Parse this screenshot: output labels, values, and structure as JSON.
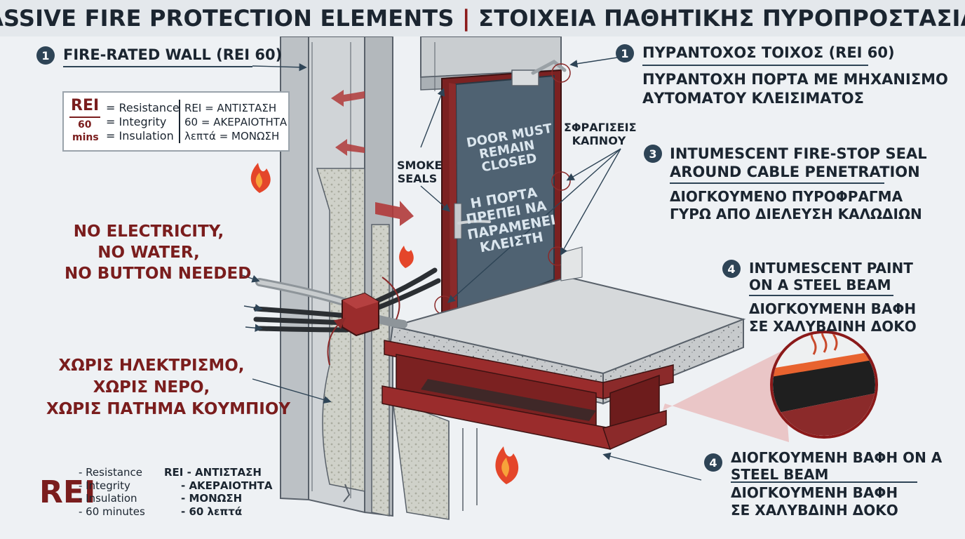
{
  "title": {
    "en": "PASSIVE FIRE PROTECTION ELEMENTS",
    "sep": "|",
    "gr": "ΣΤΟΙΧΕΙΑ ΠΑΘΗΤΙΚΗΣ ΠΥΡΟΠΡΟΣΤΑΣΙΑΣ"
  },
  "callouts": {
    "wall_en": {
      "num": "1",
      "text": "FIRE-RATED WALL (REI 60)"
    },
    "wall_gr": {
      "num": "1",
      "text": "ΠΥΡΑΝΤΟΧΟΣ ΤΟΙΧΟΣ (REI 60)"
    },
    "door_gr": {
      "line1": "ΠΥΡΑΝΤΟΧΗ ΠΟΡΤΑ ΜΕ ΜΗΧΑΝΙΣΜΟ",
      "line2": "ΑΥΤΟΜΑΤΟΥ ΚΛΕΙΣΙΜΑΤΟΣ"
    },
    "seal_en": {
      "num": "3",
      "line1": "INTUMESCENT FIRE-STOP SEAL",
      "line2": "AROUND CABLE PENETRATION"
    },
    "seal_gr": {
      "line1": "ΔΙΟΓΚΟΥΜΕΝΟ ΠΥΡΟΦΡΑΓΜΑ",
      "line2": "ΓΥΡΩ ΑΠΟ ΔΙΕΛΕΥΣΗ ΚΑΛΩΔΙΩΝ"
    },
    "paint_en": {
      "num": "4",
      "line1": "INTUMESCENT PAINT",
      "line2": "ON A STEEL BEAM"
    },
    "paint_gr": {
      "line1": "ΔΙΟΓΚΟΥΜΕΝΗ ΒΑΦΗ",
      "line2": "ΣΕ ΧΑΛΥΒΔΙΝΗ ΔΟΚΟ"
    },
    "paint2_mixed": {
      "num": "4",
      "line1": "ΔΙΟΓΚΟΥΜΕΝΗ ΒΑΦΗ ON A",
      "line2": "STEEL BEAM"
    },
    "paint2_gr": {
      "line1": "ΔΙΟΓΚΟΥΜΕΝΗ ΒΑΦΗ",
      "line2": "ΣΕ ΧΑΛΥΒΔΙΝΗ ΔΟΚΟ"
    },
    "smoke_seals_en": {
      "line1": "SMOKE",
      "line2": "SEALS"
    },
    "smoke_seals_gr": {
      "line1": "ΣΦΡΑΓΙΣΕΙΣ",
      "line2": "ΚΑΠΝΟΥ"
    }
  },
  "rei_box": {
    "rei": "REI",
    "sixty": "60",
    "mins": "mins",
    "en": [
      "= Resistance",
      "= Integrity",
      "= Insulation"
    ],
    "gr": [
      "REI = ΑΝΤΙΣΤΑΣΗ",
      "60 = ΑΚΕΡΑΙΟΤΗΤΑ",
      "λεπτά = ΜΟΝΩΣΗ"
    ]
  },
  "no_power": {
    "en": [
      "NO ELECTRICITY,",
      "NO WATER,",
      "NO BUTTON NEEDED"
    ],
    "gr": [
      "ΧΩΡΙΣ ΗΛΕΚΤΡΙΣΜΟ,",
      "ΧΩΡΙΣ ΝΕΡΟ,",
      "ΧΩΡΙΣ ΠΑΤΗΜΑ ΚΟΥΜΠΙΟΥ"
    ]
  },
  "door": {
    "en": [
      "DOOR MUST",
      "REMAIN",
      "CLOSED"
    ],
    "gr": [
      "Η ΠΟΡΤΑ",
      "ΠΡΕΠΕΙ ΝΑ",
      "ΠΑΡΑΜΕΝΕΙ",
      "ΚΛΕΙΣΤΗ"
    ]
  },
  "legend": {
    "rei": "REI",
    "en": [
      "- Resistance",
      "- Integrity",
      "- Insulation",
      "- 60 minutes"
    ],
    "gr": [
      "REI - ΑΝΤΙΣΤΑΣΗ",
      "- ΑΚΕΡΑΙΟΤΗΤΑ",
      "- ΜΟΝΩΣΗ",
      "- 60 λεπτά"
    ]
  },
  "colors": {
    "accent_red": "#7a1d1d",
    "navy": "#2e4456",
    "door": "#4f6272",
    "steel": "#8b2a2a",
    "flame": "#e4462a",
    "concrete": "#c9ccce"
  }
}
